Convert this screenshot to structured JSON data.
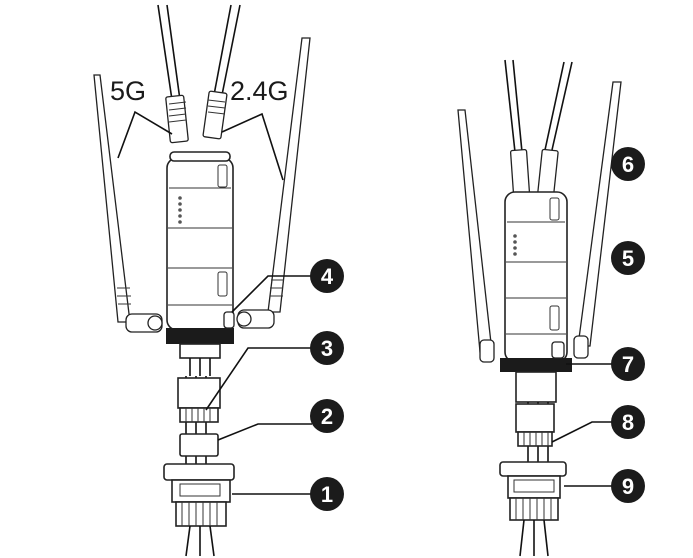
{
  "labels": {
    "band_5g": "5G",
    "band_24g": "2.4G"
  },
  "callouts": [
    {
      "id": "1",
      "text": "1"
    },
    {
      "id": "2",
      "text": "2"
    },
    {
      "id": "3",
      "text": "3"
    },
    {
      "id": "4",
      "text": "4"
    },
    {
      "id": "5",
      "text": "5"
    },
    {
      "id": "6",
      "text": "6"
    },
    {
      "id": "7",
      "text": "7"
    },
    {
      "id": "8",
      "text": "8"
    },
    {
      "id": "9",
      "text": "9"
    }
  ],
  "colors": {
    "line": "#111111",
    "badge": "#1b1b1b",
    "background": "#ffffff"
  }
}
